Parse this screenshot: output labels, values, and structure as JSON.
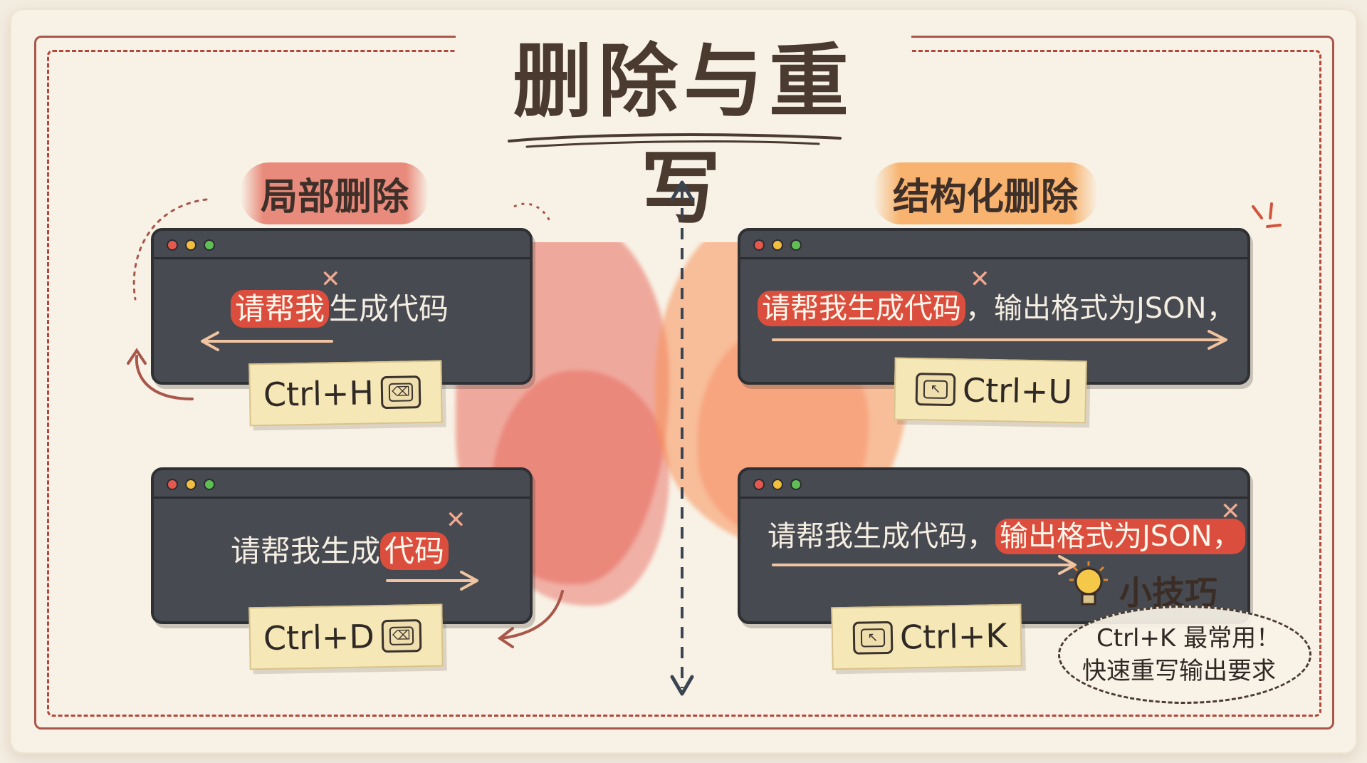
{
  "title": "删除与重写",
  "sections": {
    "left_label": "局部删除",
    "right_label": "结构化删除"
  },
  "panels": [
    {
      "text_highlight": "请帮我",
      "text_plain": "生成代码",
      "shortcut": "Ctrl+H",
      "key_icon": "backspace-key-icon",
      "arrow": "left"
    },
    {
      "text_plain": "请帮我生成",
      "text_highlight": "代码",
      "shortcut": "Ctrl+D",
      "key_icon": "backspace-key-icon",
      "arrow": "right"
    },
    {
      "text_highlight": "请帮我生成代码",
      "text_plain": "，输出格式为JSON，",
      "shortcut": "Ctrl+U",
      "key_icon": "cursor-key-icon",
      "arrow": "right"
    },
    {
      "text_plain": "请帮我生成代码，",
      "text_highlight": "输出格式为JSON，",
      "shortcut": "Ctrl+K",
      "key_icon": "cursor-key-icon",
      "arrow": "right"
    }
  ],
  "tip": {
    "title": "小技巧",
    "line1": "Ctrl+K 最常用！",
    "line2": "快速重写输出要求",
    "icon": "lightbulb-icon"
  },
  "colors": {
    "background": "#f8f2e6",
    "window": "#474a50",
    "highlight_red": "#e84e3c",
    "label_red": "#e26858",
    "label_orange": "#f7a85a",
    "key_card": "#f6e7b6",
    "frame": "#a8574a"
  }
}
